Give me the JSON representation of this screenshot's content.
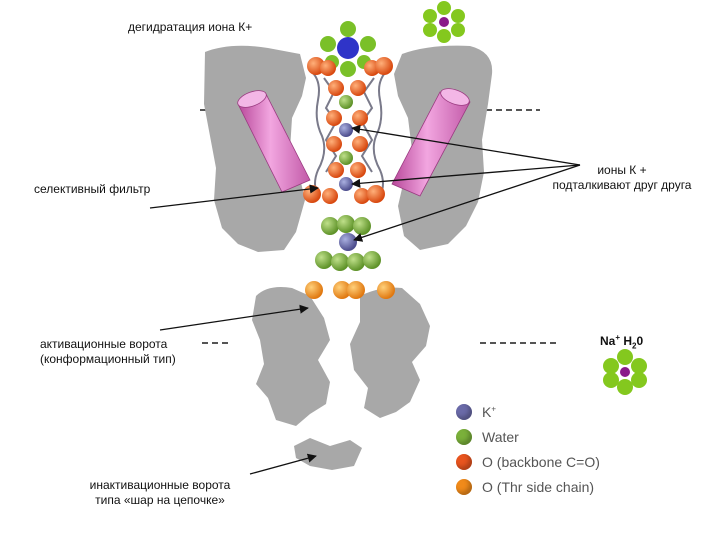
{
  "labels": {
    "dehydration": "дегидратация иона К+",
    "selectivity_filter": "селективный фильтр",
    "ions_push_line1": "ионы К +",
    "ions_push_line2": "подталкивают друг друга",
    "activation_gate_line1": "активационные ворота",
    "activation_gate_line2": "(конформационный тип)",
    "inactivation_gate_line1": "инактивационные ворота",
    "inactivation_gate_line2": "типа «шар на цепочке»"
  },
  "na_label": {
    "na": "Na",
    "plus": "+",
    "h": "H",
    "sub2": "2",
    "zero": "0"
  },
  "legend": [
    {
      "label": "K",
      "sup": "+",
      "color": "#6a6aa8",
      "icon": "potassium-ion"
    },
    {
      "label": "Water",
      "sup": "",
      "color": "#7ab03a",
      "icon": "water-molecule"
    },
    {
      "label": "O (backbone C=O)",
      "sup": "",
      "color": "#e8541e",
      "icon": "backbone-oxygen"
    },
    {
      "label": "O (Thr side chain)",
      "sup": "",
      "color": "#f08a1a",
      "icon": "thr-oxygen"
    }
  ],
  "colors": {
    "protein": "#a8a8a8",
    "helix": "#e27ac6",
    "k_ion_hydrated": "#2f34c8",
    "k_ion_channel": "#6a6aa8",
    "water": "#7ab03a",
    "bright_water": "#84c81e",
    "oxygen_backbone": "#e8541e",
    "oxygen_thr": "#f08a1a",
    "sodium": "#8a1a8a"
  }
}
